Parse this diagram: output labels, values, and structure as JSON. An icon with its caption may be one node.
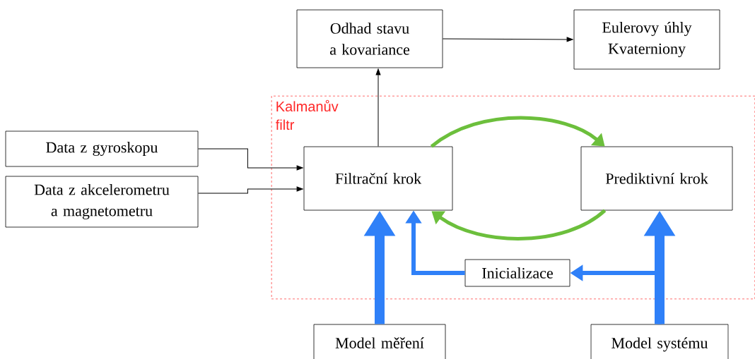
{
  "diagram": {
    "nodes": [
      {
        "text": [
          "Odhad stavu a kovariance"
        ]
      },
      {
        "text": [
          "Eulerovy úhly Kvaterniony"
        ]
      },
      {
        "text": [
          "Kalmanův filtr"
        ]
      },
      {
        "text": [
          "Data z gyroskopu"
        ]
      },
      {
        "text": [
          "Data z akcelerometru a magnetometru"
        ]
      },
      {
        "text": [
          "Filtrační krok"
        ],
        "in": 2
      },
      {
        "text": [
          "Prediktivní krok"
        ],
        "in": 2
      },
      {
        "text": [
          "Inicializace"
        ],
        "in": 2
      },
      {
        "text": [
          "Model měření"
        ]
      },
      {
        "text": [
          "Model systému"
        ]
      }
    ],
    "edges": [
      {
        "from": 3,
        "to": 5,
        "arrow": "to",
        "color": "#000000"
      },
      {
        "from": 4,
        "to": 5,
        "arrow": "to",
        "color": "#000000"
      },
      {
        "from": 5,
        "to": 0,
        "arrow": "to",
        "color": "#000000"
      },
      {
        "from": 0,
        "to": 1,
        "arrow": "to",
        "color": "#000000"
      },
      {
        "from": 5,
        "to": 6,
        "arrow": "to",
        "color": "#6cbf3c"
      },
      {
        "from": 6,
        "to": 5,
        "arrow": "to",
        "color": "#6cbf3c"
      },
      {
        "from": 8,
        "to": 5,
        "arrow": "to",
        "style": "thick",
        "color": "#2f80f8"
      },
      {
        "from": 9,
        "to": 6,
        "arrow": "to",
        "style": "thick",
        "color": "#2f80f8"
      },
      {
        "from": 9,
        "to": 7,
        "arrow": "to",
        "color": "#2f80f8"
      },
      {
        "from": 7,
        "to": 5,
        "arrow": "to",
        "color": "#2f80f8"
      }
    ]
  }
}
